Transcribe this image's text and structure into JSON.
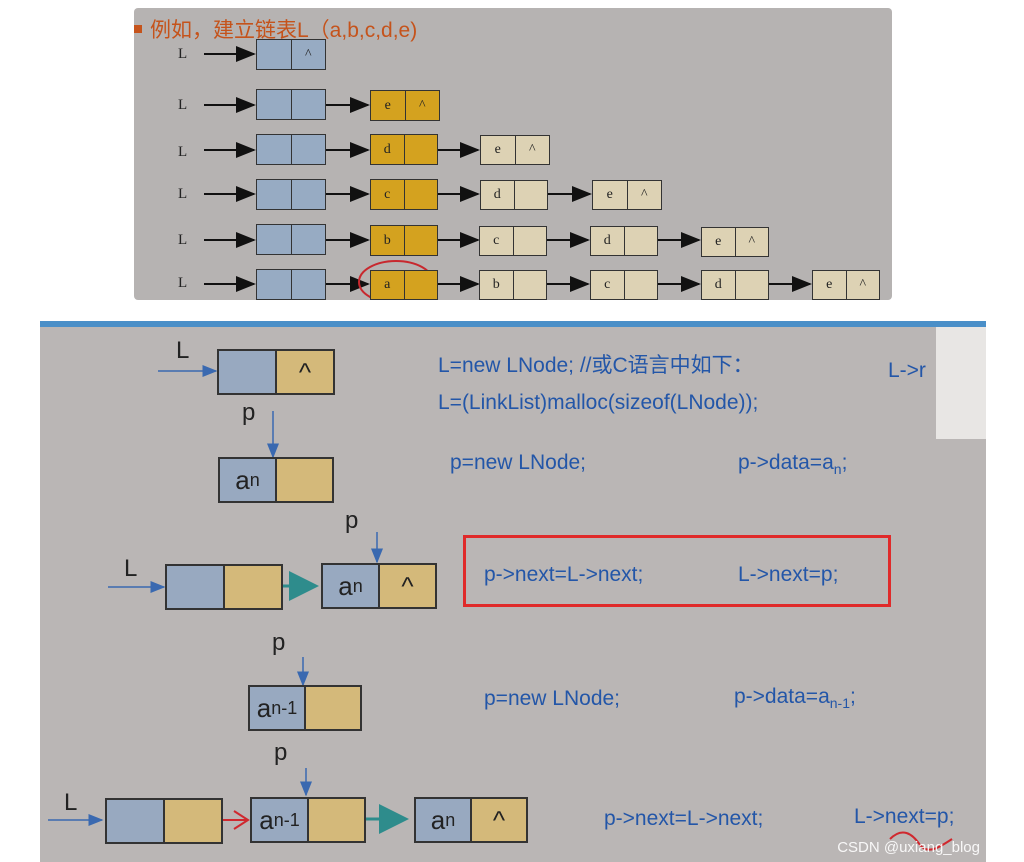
{
  "top": {
    "heading": "例如，建立链表L（a,b,c,d,e)",
    "list_label": "L",
    "null_symbol": "^",
    "rows": [
      [
        "^"
      ],
      [
        "e"
      ],
      [
        "d",
        "e"
      ],
      [
        "c",
        "d",
        "e"
      ],
      [
        "b",
        "c",
        "d",
        "e"
      ],
      [
        "a",
        "b",
        "c",
        "d",
        "e"
      ]
    ]
  },
  "bottom": {
    "label_L": "L",
    "label_p": "p",
    "null_symbol": "^",
    "node_an": "a",
    "sub_n": "n",
    "sub_n1": "n-1",
    "code1": "L=new LNode; //或C语言中如下：",
    "code2": "L=(LinkList)malloc(sizeof(LNode));",
    "code_clipped": "L->r",
    "code3": "p=new LNode;",
    "code4_prefix": "p->data=a",
    "code4_sub": "n",
    "code4_suffix": ";",
    "code5": "p->next=L->next;",
    "code6": "L->next=p;",
    "code7": "p=new LNode;",
    "code8_prefix": "p->data=a",
    "code8_sub": "n-1",
    "code8_suffix": ";",
    "code9": "p->next=L->next;",
    "code10": "L->next=p;"
  },
  "watermark": "CSDN @uxiang_blog",
  "colors": {
    "heading": "#c5531b",
    "code_text": "#2356a8",
    "highlight_box": "#e02a2a",
    "node_blue": "#97abc3",
    "node_gold": "#d4a21f",
    "node_beige": "#ddd2b4"
  }
}
